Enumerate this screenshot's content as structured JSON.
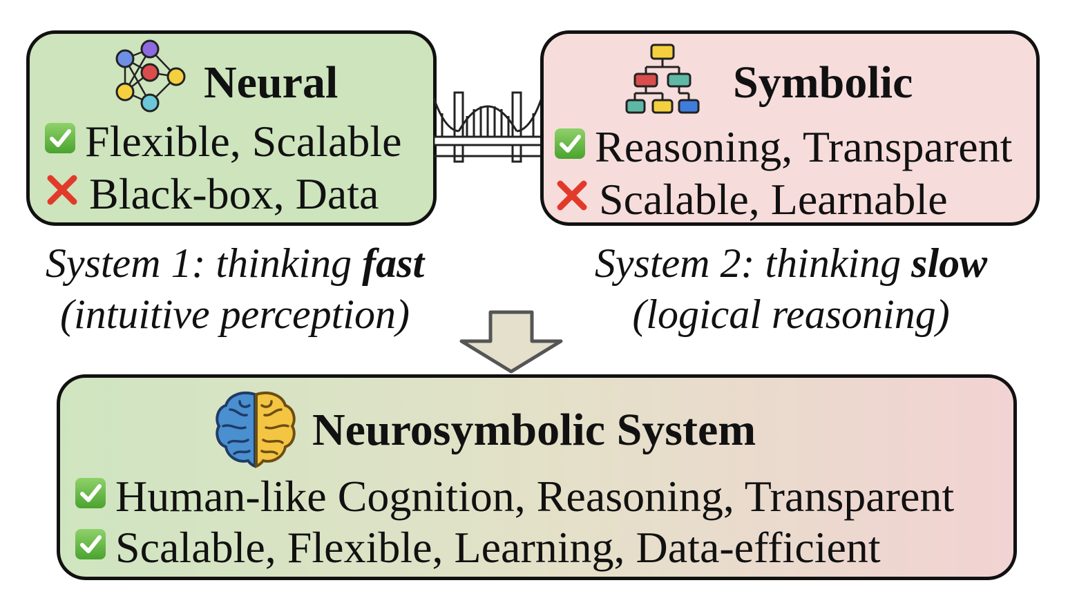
{
  "neural": {
    "title": "Neural",
    "pros": "Flexible, Scalable",
    "cons": "Black-box, Data",
    "caption_line1_prefix": "System 1: thinking ",
    "caption_line1_bold": "fast",
    "caption_line2": "(intuitive perception)"
  },
  "symbolic": {
    "title": "Symbolic",
    "pros": "Reasoning, Transparent",
    "cons": "Scalable, Learnable",
    "caption_line1_prefix": "System 2: thinking ",
    "caption_line1_bold": "slow",
    "caption_line2": "(logical reasoning)"
  },
  "neurosymbolic": {
    "title": "Neurosymbolic System",
    "pros_line1": "Human-like Cognition, Reasoning, Transparent",
    "pros_line2": "Scalable, Flexible, Learning, Data-efficient"
  },
  "icons": {
    "neural": "neural-network-icon",
    "symbolic": "hierarchy-tree-icon",
    "bridge": "bridge-icon",
    "arrow": "down-arrow-icon",
    "brain": "brain-icon",
    "check": "check-mark-icon",
    "cross": "cross-mark-icon"
  },
  "colors": {
    "neural_bg": "#cde4bd",
    "symbolic_bg": "#f7dcdc",
    "check_green": "#4aa32f",
    "cross_red": "#e23a2a",
    "brain_blue": "#4a8fd0",
    "brain_yellow": "#f4c443"
  }
}
